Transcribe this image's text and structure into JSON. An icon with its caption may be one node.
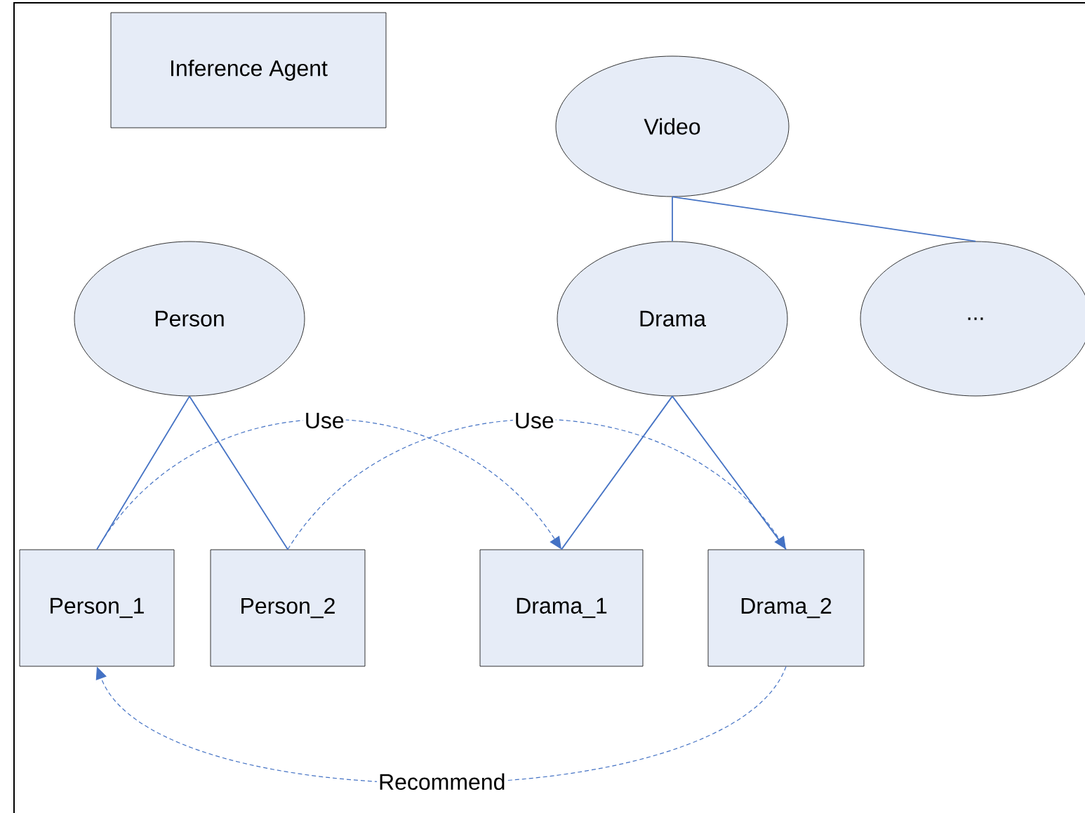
{
  "diagram": {
    "nodes": [
      {
        "text": [
          "Inference Agent"
        ]
      },
      {
        "text": [
          "Video"
        ]
      },
      {
        "text": [
          "Person"
        ]
      },
      {
        "text": [
          "Drama"
        ]
      },
      {
        "text": [
          "..."
        ]
      },
      {
        "text": [
          "Person_1"
        ]
      },
      {
        "text": [
          "Person_2"
        ]
      },
      {
        "text": [
          "Drama_1"
        ]
      },
      {
        "text": [
          "Drama_2"
        ]
      }
    ],
    "edges": [
      {
        "from": 1,
        "to": 3,
        "arrow": "none"
      },
      {
        "from": 1,
        "to": 4,
        "arrow": "none"
      },
      {
        "from": 2,
        "to": 5,
        "arrow": "none"
      },
      {
        "from": 2,
        "to": 6,
        "arrow": "none"
      },
      {
        "from": 3,
        "to": 7,
        "arrow": "none"
      },
      {
        "from": 3,
        "to": 8,
        "arrow": "none"
      },
      {
        "from": 5,
        "to": 7,
        "arrow": "to",
        "label": "Use",
        "style": "dashed"
      },
      {
        "from": 6,
        "to": 8,
        "arrow": "to",
        "label": "Use",
        "style": "dashed"
      },
      {
        "from": 8,
        "to": 5,
        "arrow": "to",
        "label": "Recommend",
        "style": "dashed"
      }
    ]
  }
}
